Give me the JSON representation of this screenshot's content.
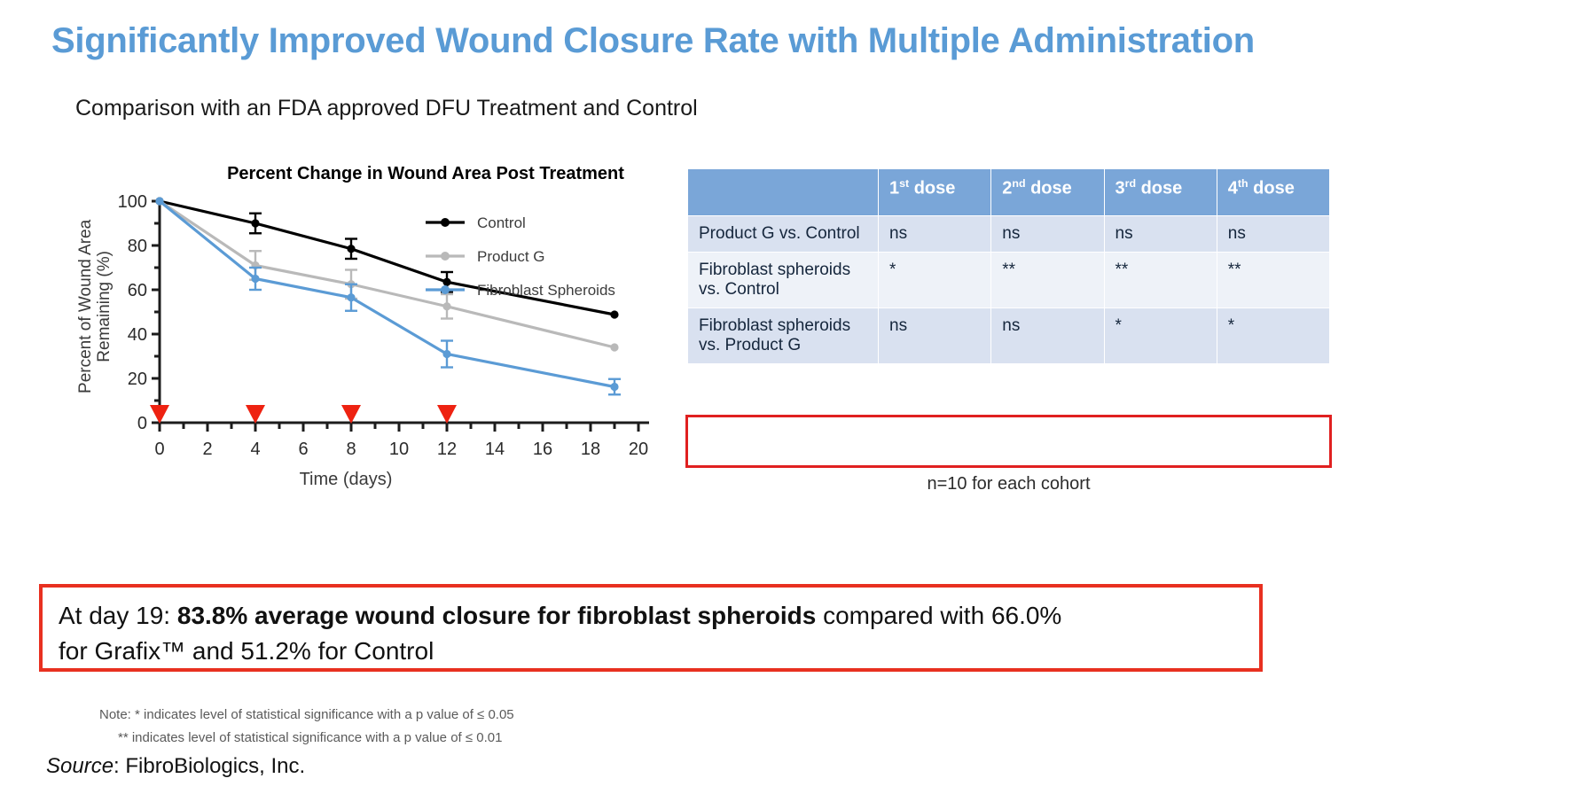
{
  "slide": {
    "title": "Significantly Improved Wound Closure Rate with Multiple Administration",
    "subtitle": "Comparison with an FDA approved DFU Treatment and Control"
  },
  "chart_data": {
    "type": "line",
    "title": "Percent Change in Wound Area Post Treatment",
    "xlabel": "Time (days)",
    "ylabel": "Percent of Wound Area Remaining (%)",
    "x": [
      0,
      4,
      8,
      12,
      19
    ],
    "xlim": [
      0,
      20
    ],
    "ylim": [
      0,
      100
    ],
    "xticks": [
      0,
      2,
      4,
      6,
      8,
      10,
      12,
      14,
      16,
      18,
      20
    ],
    "yticks": [
      0,
      20,
      40,
      60,
      80,
      100
    ],
    "grid": false,
    "legend_position": "top-right",
    "dose_markers": [
      0,
      4,
      8,
      12
    ],
    "dose_marker_color": "#ee2211",
    "series": [
      {
        "name": "Control",
        "color": "#000000",
        "values": [
          100,
          90,
          78.5,
          63.5,
          48.8
        ],
        "errors": [
          0,
          4.5,
          4.5,
          4.5,
          0
        ]
      },
      {
        "name": "Product G",
        "color": "#b9b9b9",
        "values": [
          100,
          71,
          62.5,
          52.5,
          34.0
        ],
        "errors": [
          0,
          6.5,
          6.5,
          5.5,
          0
        ]
      },
      {
        "name": "Fibroblast Spheroids",
        "color": "#5b9bd5",
        "values": [
          100,
          65,
          56.5,
          31.0,
          16.2
        ],
        "errors": [
          0,
          5.0,
          6.0,
          6.0,
          3.5
        ]
      }
    ]
  },
  "stats_table": {
    "columns": [
      "",
      "1st dose",
      "2nd dose",
      "3rd dose",
      "4th dose"
    ],
    "column_sup": [
      "",
      "st",
      "nd",
      "rd",
      "th"
    ],
    "column_num": [
      "",
      "1",
      "2",
      "3",
      "4"
    ],
    "column_word": [
      "",
      " dose",
      " dose",
      " dose",
      " dose"
    ],
    "rows": [
      {
        "label": "Product G vs. Control",
        "values": [
          "ns",
          "ns",
          "ns",
          "ns"
        ],
        "highlighted": false
      },
      {
        "label": "Fibroblast spheroids vs. Control",
        "values": [
          "*",
          "**",
          "**",
          "**"
        ],
        "highlighted": false
      },
      {
        "label": "Fibroblast spheroids vs. Product G",
        "values": [
          "ns",
          "ns",
          "*",
          "*"
        ],
        "highlighted": true
      }
    ],
    "cohort_note": "n=10 for each cohort",
    "highlight_color": "#e02020"
  },
  "callout": {
    "line1_prefix": "At day 19: ",
    "line1_bold": "83.8% average wound closure for fibroblast spheroids",
    "line1_suffix": " compared with 66.0%",
    "line2": "for Grafix™ and 51.2% for Control",
    "border_color": "#e83020"
  },
  "footnotes": {
    "note1": "Note: * indicates level of statistical significance with a p value of ≤ 0.05",
    "note2": "**  indicates level of statistical significance with a p value of ≤ 0.01",
    "source_label": "Source",
    "source_value": ": FibroBiologics, Inc."
  },
  "colors": {
    "title_blue": "#5a9bd5",
    "table_header_blue": "#7aa6d8",
    "accent_red": "#e02020"
  }
}
